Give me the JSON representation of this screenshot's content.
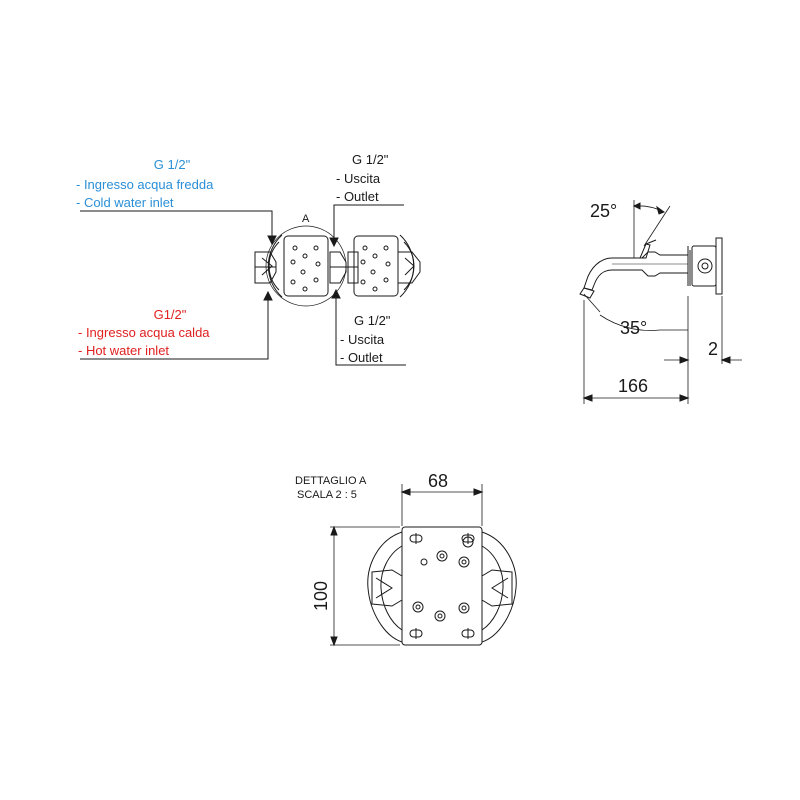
{
  "colors": {
    "line": "#1a1a1a",
    "cold": "#2a8fd6",
    "hot": "#e02020",
    "text": "#1a1a1a"
  },
  "labels": {
    "cold_size": "G 1/2\"",
    "cold_it": "- Ingresso acqua fredda",
    "cold_en": "- Cold water inlet",
    "hot_size": "G1/2\"",
    "hot_it": "- Ingresso acqua calda",
    "hot_en": "- Hot water inlet",
    "out_top_size": "G 1/2\"",
    "out_top_it": "- Uscita",
    "out_top_en": "- Outlet",
    "out_bot_size": "G 1/2\"",
    "out_bot_it": "- Uscita",
    "out_bot_en": "- Outlet",
    "detail_mark": "A"
  },
  "side_view": {
    "angle_top": "25°",
    "angle_bottom": "35°",
    "dim_offset": "2",
    "dim_length": "166"
  },
  "detail": {
    "title": "DETTAGLIO A",
    "scale": "SCALA 2 : 5",
    "dim_width": "68",
    "dim_height": "100"
  }
}
